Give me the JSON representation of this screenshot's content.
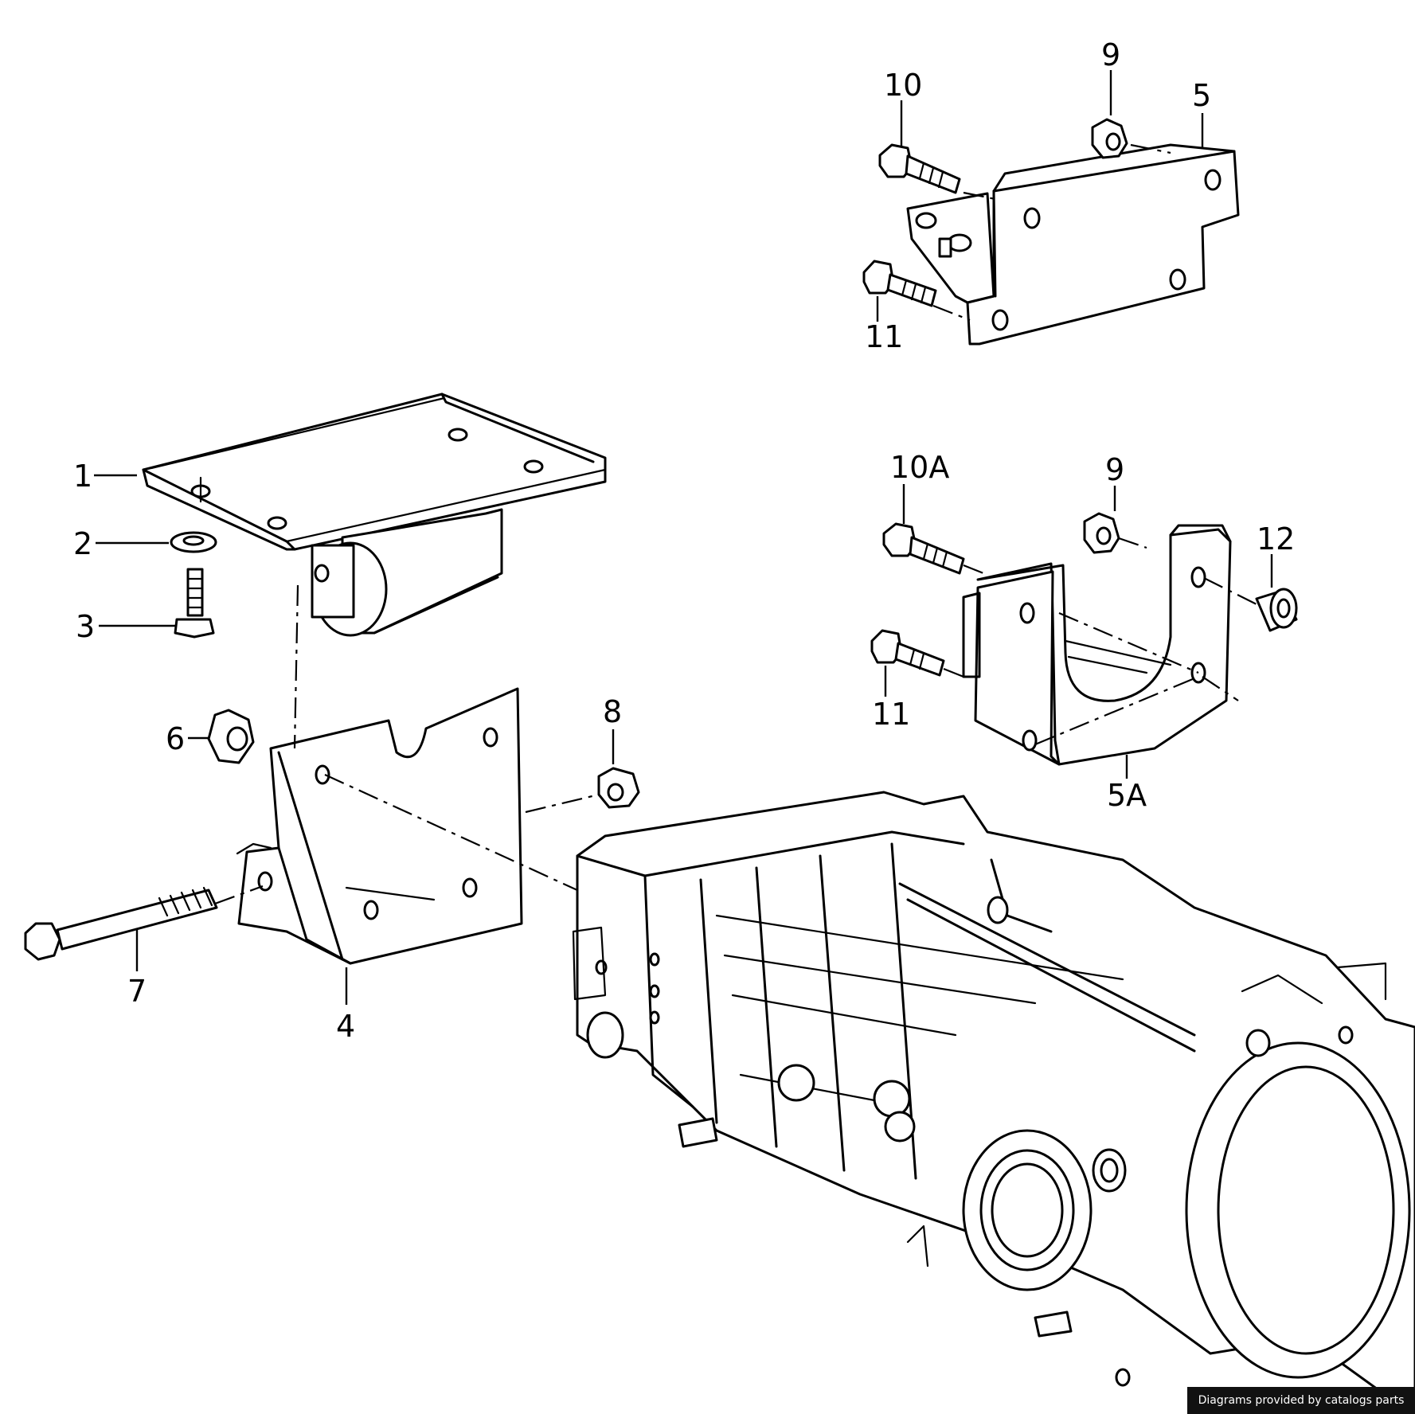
{
  "callouts": {
    "p1": "1",
    "p2": "2",
    "p3": "3",
    "p4": "4",
    "p5": "5",
    "p5a": "5A",
    "p6": "6",
    "p7": "7",
    "p8": "8",
    "p9_top": "9",
    "p9_mid": "9",
    "p10": "10",
    "p10a": "10A",
    "p11_top": "11",
    "p11_mid": "11",
    "p12": "12"
  },
  "credit": "Diagrams provided by catalogs parts",
  "colors": {
    "ink": "#000000",
    "paper": "#ffffff",
    "credit_bg": "#111111"
  }
}
